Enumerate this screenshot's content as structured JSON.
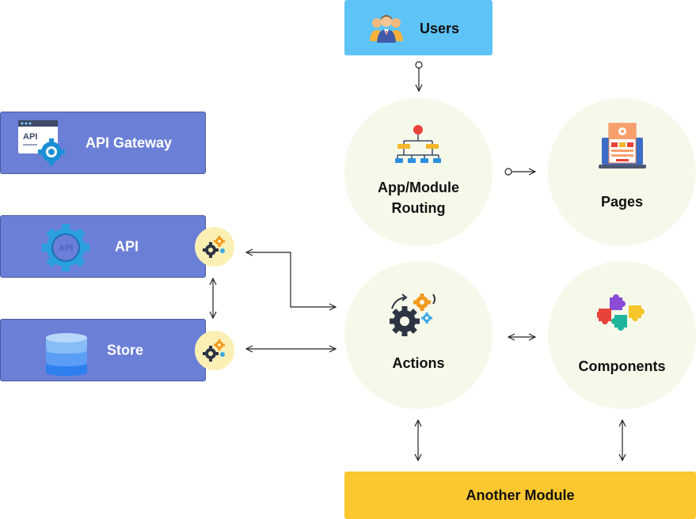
{
  "users": {
    "label": "Users"
  },
  "api_gateway": {
    "label": "API Gateway",
    "icon_text": "API"
  },
  "api": {
    "label": "API",
    "icon_text": "API"
  },
  "store": {
    "label": "Store"
  },
  "routing": {
    "label_line1": "App/Module",
    "label_line2": "Routing"
  },
  "pages": {
    "label": "Pages"
  },
  "actions": {
    "label": "Actions"
  },
  "components": {
    "label": "Components"
  },
  "another_module": {
    "label": "Another Module"
  },
  "colors": {
    "users_box": "#5ec3f7",
    "left_box": "#6b7fd7",
    "circle": "#f6f9ea",
    "badge": "#fbefb4",
    "another_module": "#fdc82f"
  },
  "icons": {
    "users": "people-group-icon",
    "api_gateway": "browser-gear-icon",
    "api": "api-gear-icon",
    "store": "database-icon",
    "routing": "hierarchy-icon",
    "pages": "laptop-webpage-icon",
    "actions": "gears-icon",
    "components": "puzzle-icon",
    "badge": "small-gears-icon"
  }
}
